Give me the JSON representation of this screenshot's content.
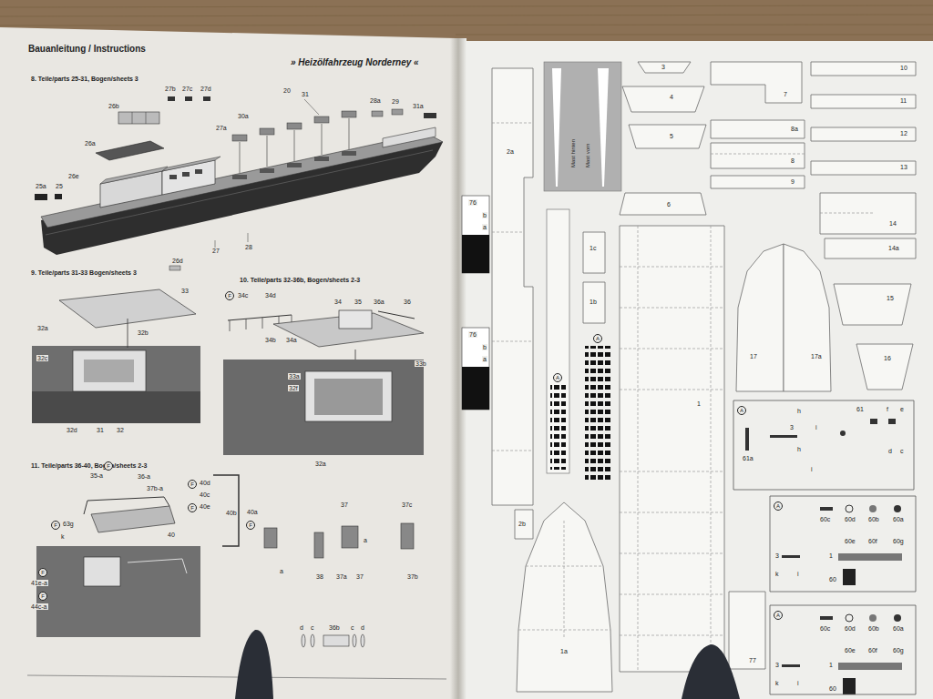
{
  "diagram": {
    "title": "» Heizölfahrzeug Norderney «",
    "nodes": [
      {
        "text": [
          "3"
        ]
      },
      {
        "text": [
          "4"
        ]
      },
      {
        "text": [
          "5"
        ]
      },
      {
        "text": [
          "7"
        ]
      },
      {
        "text": [
          "10"
        ]
      },
      {
        "text": [
          "11"
        ]
      },
      {
        "text": [
          "12"
        ]
      },
      {
        "text": [
          "13"
        ]
      },
      {
        "text": [
          "8a"
        ]
      },
      {
        "text": [
          "8"
        ]
      },
      {
        "text": [
          "9"
        ]
      },
      {
        "text": [
          "6"
        ]
      },
      {
        "text": [
          "2a"
        ]
      },
      {
        "text": [
          "1c"
        ]
      },
      {
        "text": [
          "1b"
        ]
      },
      {
        "text": [
          "1"
        ]
      },
      {
        "text": [
          "14"
        ]
      },
      {
        "text": [
          "14a"
        ]
      },
      {
        "text": [
          "17"
        ]
      },
      {
        "text": [
          "17a"
        ]
      },
      {
        "text": [
          "15"
        ]
      },
      {
        "text": [
          "16"
        ]
      },
      {
        "text": [
          "A",
          "h",
          "3",
          "i",
          "h",
          "i",
          "61",
          "f",
          "e",
          "61a",
          "d",
          "c"
        ]
      },
      {
        "text": [
          "2b"
        ]
      },
      {
        "text": [
          "1a"
        ]
      },
      {
        "text": [
          "77"
        ]
      },
      {
        "text": [
          "A",
          "60c",
          "60d",
          "60b",
          "60a",
          "60e",
          "60f",
          "60g",
          "3",
          "1",
          "k",
          "i",
          "60"
        ]
      },
      {
        "text": [
          "A",
          "60c",
          "60d",
          "60b",
          "60a",
          "60e",
          "60f",
          "60g",
          "3",
          "1",
          "k",
          "i",
          "60"
        ]
      }
    ],
    "labels": [
      "Bauanleitung / Instructions",
      "8. Teile/parts 25-31, Bogen/sheets 3",
      "27b",
      "27c",
      "27d",
      "20",
      "31",
      "26b",
      "28a",
      "29",
      "31a",
      "30a",
      "27a",
      "26a",
      "26e",
      "25a",
      "25",
      "27",
      "28",
      "26d",
      "9. Teile/parts 31-33 Bogen/sheets 3",
      "10. Teile/parts 32-36b, Bogen/sheets 2-3",
      "33",
      "32a",
      "32b",
      "32c",
      "32d",
      "31",
      "32",
      "F",
      "34c",
      "34d",
      "34",
      "35",
      "36a",
      "36",
      "34b",
      "34a",
      "33a",
      "32f",
      "33b",
      "32a",
      "11. Teile/parts 36-40, Bogen/sheets 2-3",
      "36-a",
      "F",
      "35-a",
      "37b-a",
      "F",
      "40d",
      "40c",
      "F",
      "40e",
      "40b",
      "40a",
      "F",
      "40",
      "F",
      "63g",
      "k",
      "37",
      "37c",
      "a",
      "a",
      "38",
      "37a",
      "37",
      "37b",
      "F",
      "41e-a",
      "F",
      "44c-a",
      "d",
      "c",
      "36b",
      "c",
      "d",
      "Mast hinten",
      "Mast vorn",
      "76",
      "b",
      "a",
      "76",
      "b",
      "a",
      "A",
      "A"
    ]
  }
}
